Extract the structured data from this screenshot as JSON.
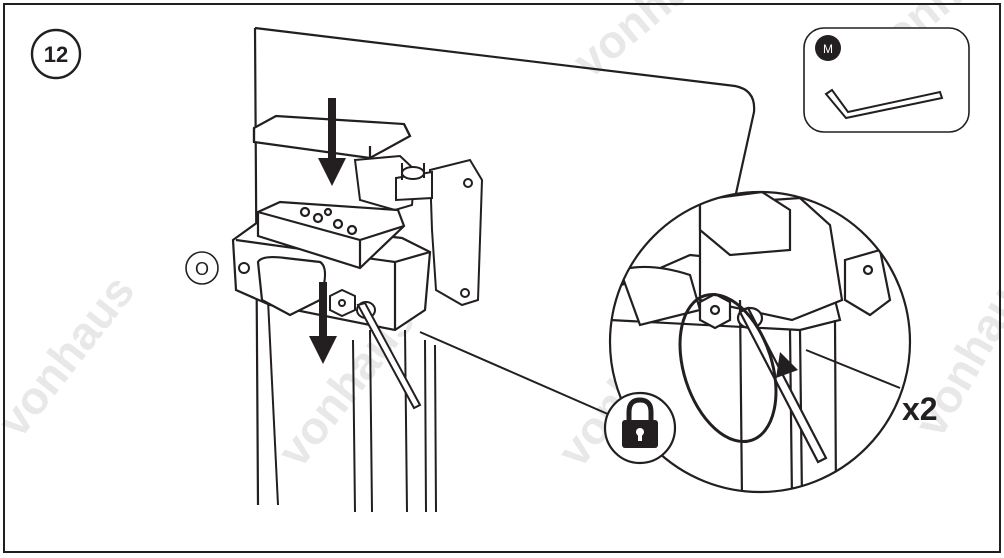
{
  "step_number": "12",
  "tool_badge": "M",
  "part_label": "O",
  "multiplier": "x2",
  "watermark": "vonhaus",
  "icons": {
    "tool": "allen-key-icon",
    "lock": "padlock-icon",
    "direction": "down-arrow-icon"
  },
  "colors": {
    "ink": "#231f20",
    "paper": "#ffffff",
    "watermark": "#e6e6e6"
  }
}
